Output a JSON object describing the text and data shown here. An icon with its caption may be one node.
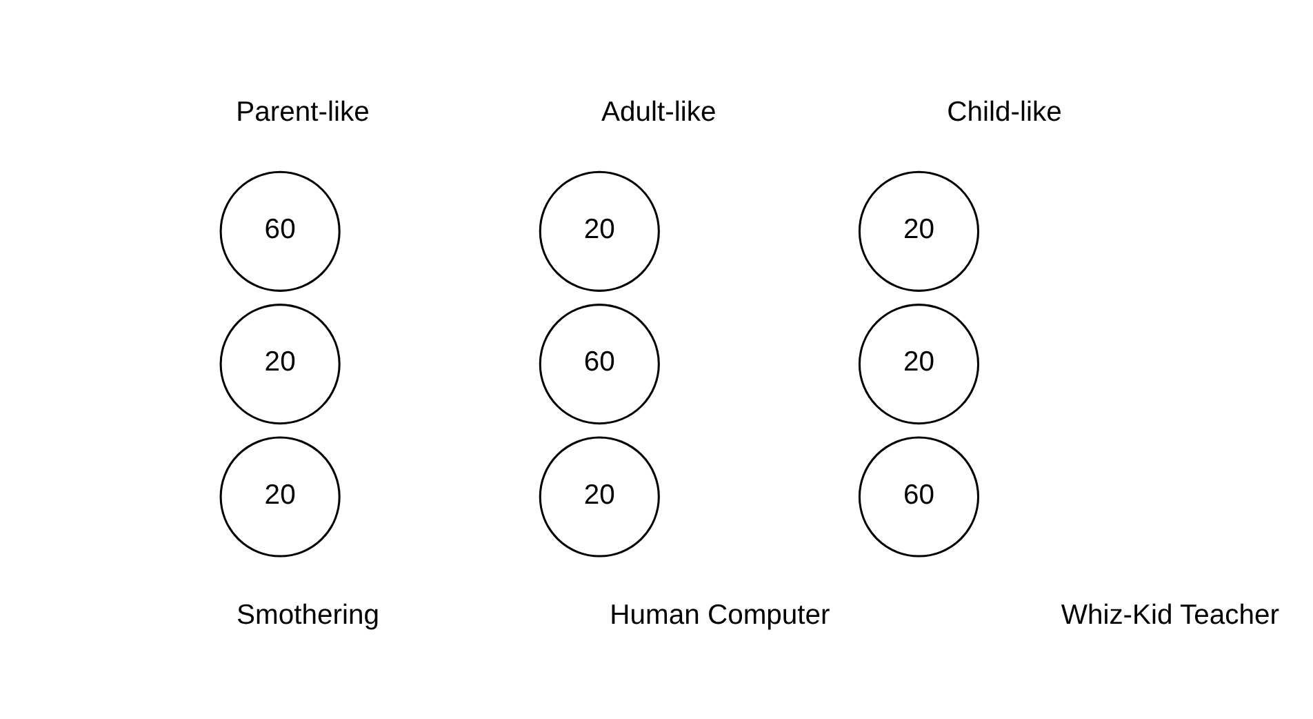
{
  "diagram": {
    "nodes": [
      {
        "text": [
          "60"
        ]
      },
      {
        "text": [
          "20"
        ]
      },
      {
        "text": [
          "20"
        ]
      },
      {
        "text": [
          "20"
        ]
      },
      {
        "text": [
          "60"
        ]
      },
      {
        "text": [
          "20"
        ]
      },
      {
        "text": [
          "20"
        ]
      },
      {
        "text": [
          "20"
        ]
      },
      {
        "text": [
          "60"
        ]
      }
    ],
    "labels": [
      "Parent-like",
      "Adult-like",
      "Child-like",
      "Smothering",
      "Human Computer",
      "Whiz-Kid Teacher"
    ]
  }
}
